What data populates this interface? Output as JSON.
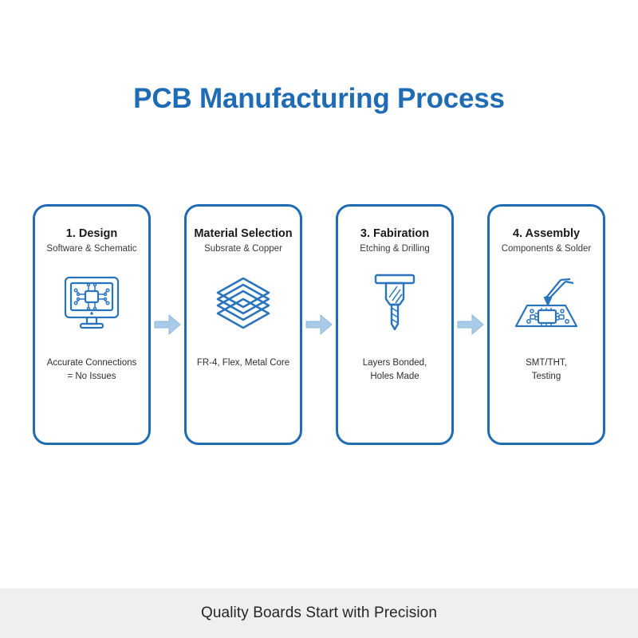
{
  "header": {
    "title": "PCB Manufacturing Process",
    "title_color": "#1f6cb5"
  },
  "theme": {
    "accent": "#1f6cb5",
    "arrow_fill": "#a9cae8",
    "footer_bg": "#efefef",
    "page_bg": "#ffffff"
  },
  "steps": [
    {
      "title": "1. Design",
      "subtitle": "Software & Schematic",
      "icon": "monitor-circuit-icon",
      "note": "Accurate Connections\n= No Issues"
    },
    {
      "title": "Material Selection",
      "subtitle": "Subsrate & Copper",
      "icon": "layers-stack-icon",
      "note": "FR-4, Flex, Metal Core"
    },
    {
      "title": "3. Fabiration",
      "subtitle": "Etching & Drilling",
      "icon": "drill-bit-icon",
      "note": "Layers Bonded,\nHoles Made"
    },
    {
      "title": "4. Assembly",
      "subtitle": "Components & Solder",
      "icon": "soldering-board-icon",
      "note": "SMT/THT,\nTesting"
    }
  ],
  "connectors": [
    {
      "icon": "arrow-right-icon"
    },
    {
      "icon": "arrow-right-icon"
    },
    {
      "icon": "arrow-right-icon"
    }
  ],
  "footer": {
    "text": "Quality Boards Start with Precision"
  }
}
